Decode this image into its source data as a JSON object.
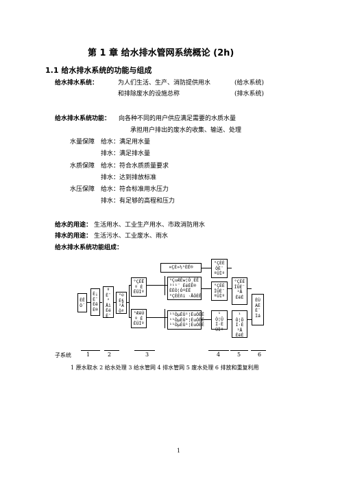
{
  "chapter_title": "第 1 章   给水排水管网系统概论        (2h)",
  "section_title": "1.1 给水排水系统的功能与组成",
  "definition": {
    "label": "给水排水系统：",
    "line1": "为人们生活、生产、消防提供用水",
    "line1_note": "(给水系统)",
    "line2": "和排除废水的设施总称",
    "line2_note": "(排水系统)"
  },
  "function": {
    "label": "给水排水系统功能：",
    "line1": "向各种不同的用户供应满足需要的水质水量",
    "line2": "承担用户排出的废水的收集、输送、处理"
  },
  "guarantees": [
    {
      "head": "水量保障",
      "sub": "给水：满足用水量"
    },
    {
      "head": "",
      "sub": "排水：满足排水量"
    },
    {
      "head": "水质保障",
      "sub": "给水：符合水质质量要求"
    },
    {
      "head": "",
      "sub": "排水：达到排放标准"
    },
    {
      "head": "水压保障",
      "sub": "给水：符合标准用水压力"
    },
    {
      "head": "",
      "sub": "排水：有足够的高程和压力"
    }
  ],
  "usage_supply": {
    "label": "给水的用途：",
    "text": "生活用水、工业生产用水、市政消防用水"
  },
  "usage_drain": {
    "label": "排水的用途：",
    "text": "生活污水、工业废水、雨水"
  },
  "composition_label": "给水排水系统功能组成：",
  "diagram": {
    "b1": "ÈË\nÒ´",
    "b2": "È¡\nÈ¨\nÈë\nÈ®",
    "b3": "º\nÈ¨\n²\nÅì\nÈé\nÈ¨",
    "b4": "°©\nÈ§\n²Â\nÒº",
    "b5": "°ÇÈË\nº È\nÊÜÌº",
    "b6": "³ÆëÙ\nº È\nÊÜÌº",
    "b7_top": "×ÇÈ»½¹ÈË®",
    "b8": "¹ÇuÆÈw¦Ò¸ÈË\n³¹¹¨ ÈëÈË®\nÈÈÒ¦ÒºÈË\n°ÇÈÈñi ·ÅÒÈË",
    "b9": "¹¹ÒµÈÙ¹¦ÈuÓÈË\n¹¹ÒµÈÙ¹¦ÈuÓÈË\n¹¹ÒµÈÙ¹¦ÈuÓÈË",
    "b10": "°ÇÈÈ\nÒÈ¨\nºÜÌº",
    "b11": "°ÇÈÈ\nÎÜÈ¨\nºÜÌº",
    "b12": "¹\nÒ¦Û\nÍ·È\nÜÌº",
    "b13": "°ÇÈÈ\nÎÜÈ¨\n²Å\nÈëÈ",
    "b14": "¹\nÒ¦Ö\nÍ·È\n²Å\nÈëÈ",
    "b15": "ÈÙ\nÀÈ\nÈ¨\nÌá"
  },
  "subsystem": {
    "label": "子系统",
    "numbers": [
      "1",
      "2",
      "3",
      "4",
      "5",
      "6"
    ]
  },
  "caption": "1 原水取水  2 给水处理  3 给水管网  4 排水管网  5 废水处理  6 排放和重复利用",
  "page_number": "1"
}
